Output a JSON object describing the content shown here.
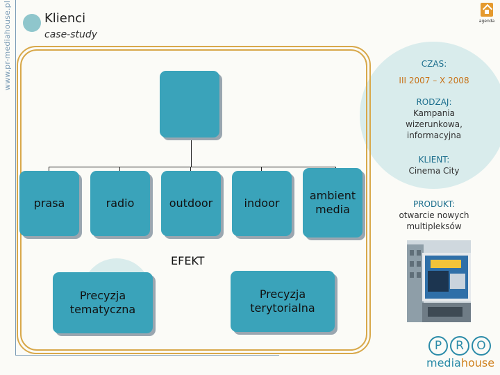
{
  "sidebar": {
    "url": "www.pr-mediahouse.pl"
  },
  "header": {
    "title": "Klienci",
    "subtitle": "case-study"
  },
  "agenda": {
    "label": "agenda",
    "icon": "home-icon"
  },
  "org": {
    "top_box_label": "",
    "channels": [
      "prasa",
      "radio",
      "outdoor",
      "indoor",
      "ambient media"
    ],
    "effect_label": "EFEKT",
    "effects": [
      "Precyzja tematyczna",
      "Precyzja terytorialna"
    ]
  },
  "info": {
    "time_label": "CZAS:",
    "time_value": "III 2007 – X 2008",
    "type_label": "RODZAJ:",
    "type_value": "Kampania wizerunkowa, informacyjna",
    "client_label": "KLIENT:",
    "client_value": "Cinema City",
    "product_label": "PRODUKT:",
    "product_value": "otwarcie nowych multipleksów"
  },
  "logo": {
    "letters": [
      "P",
      "R",
      "O"
    ],
    "media": "media",
    "house": "house"
  },
  "colors": {
    "box": "#3aa3ba",
    "frame": "#d8a84a",
    "circle": "#d9ecec",
    "accent": "#e59a2e",
    "brand": "#2b8ba8"
  }
}
